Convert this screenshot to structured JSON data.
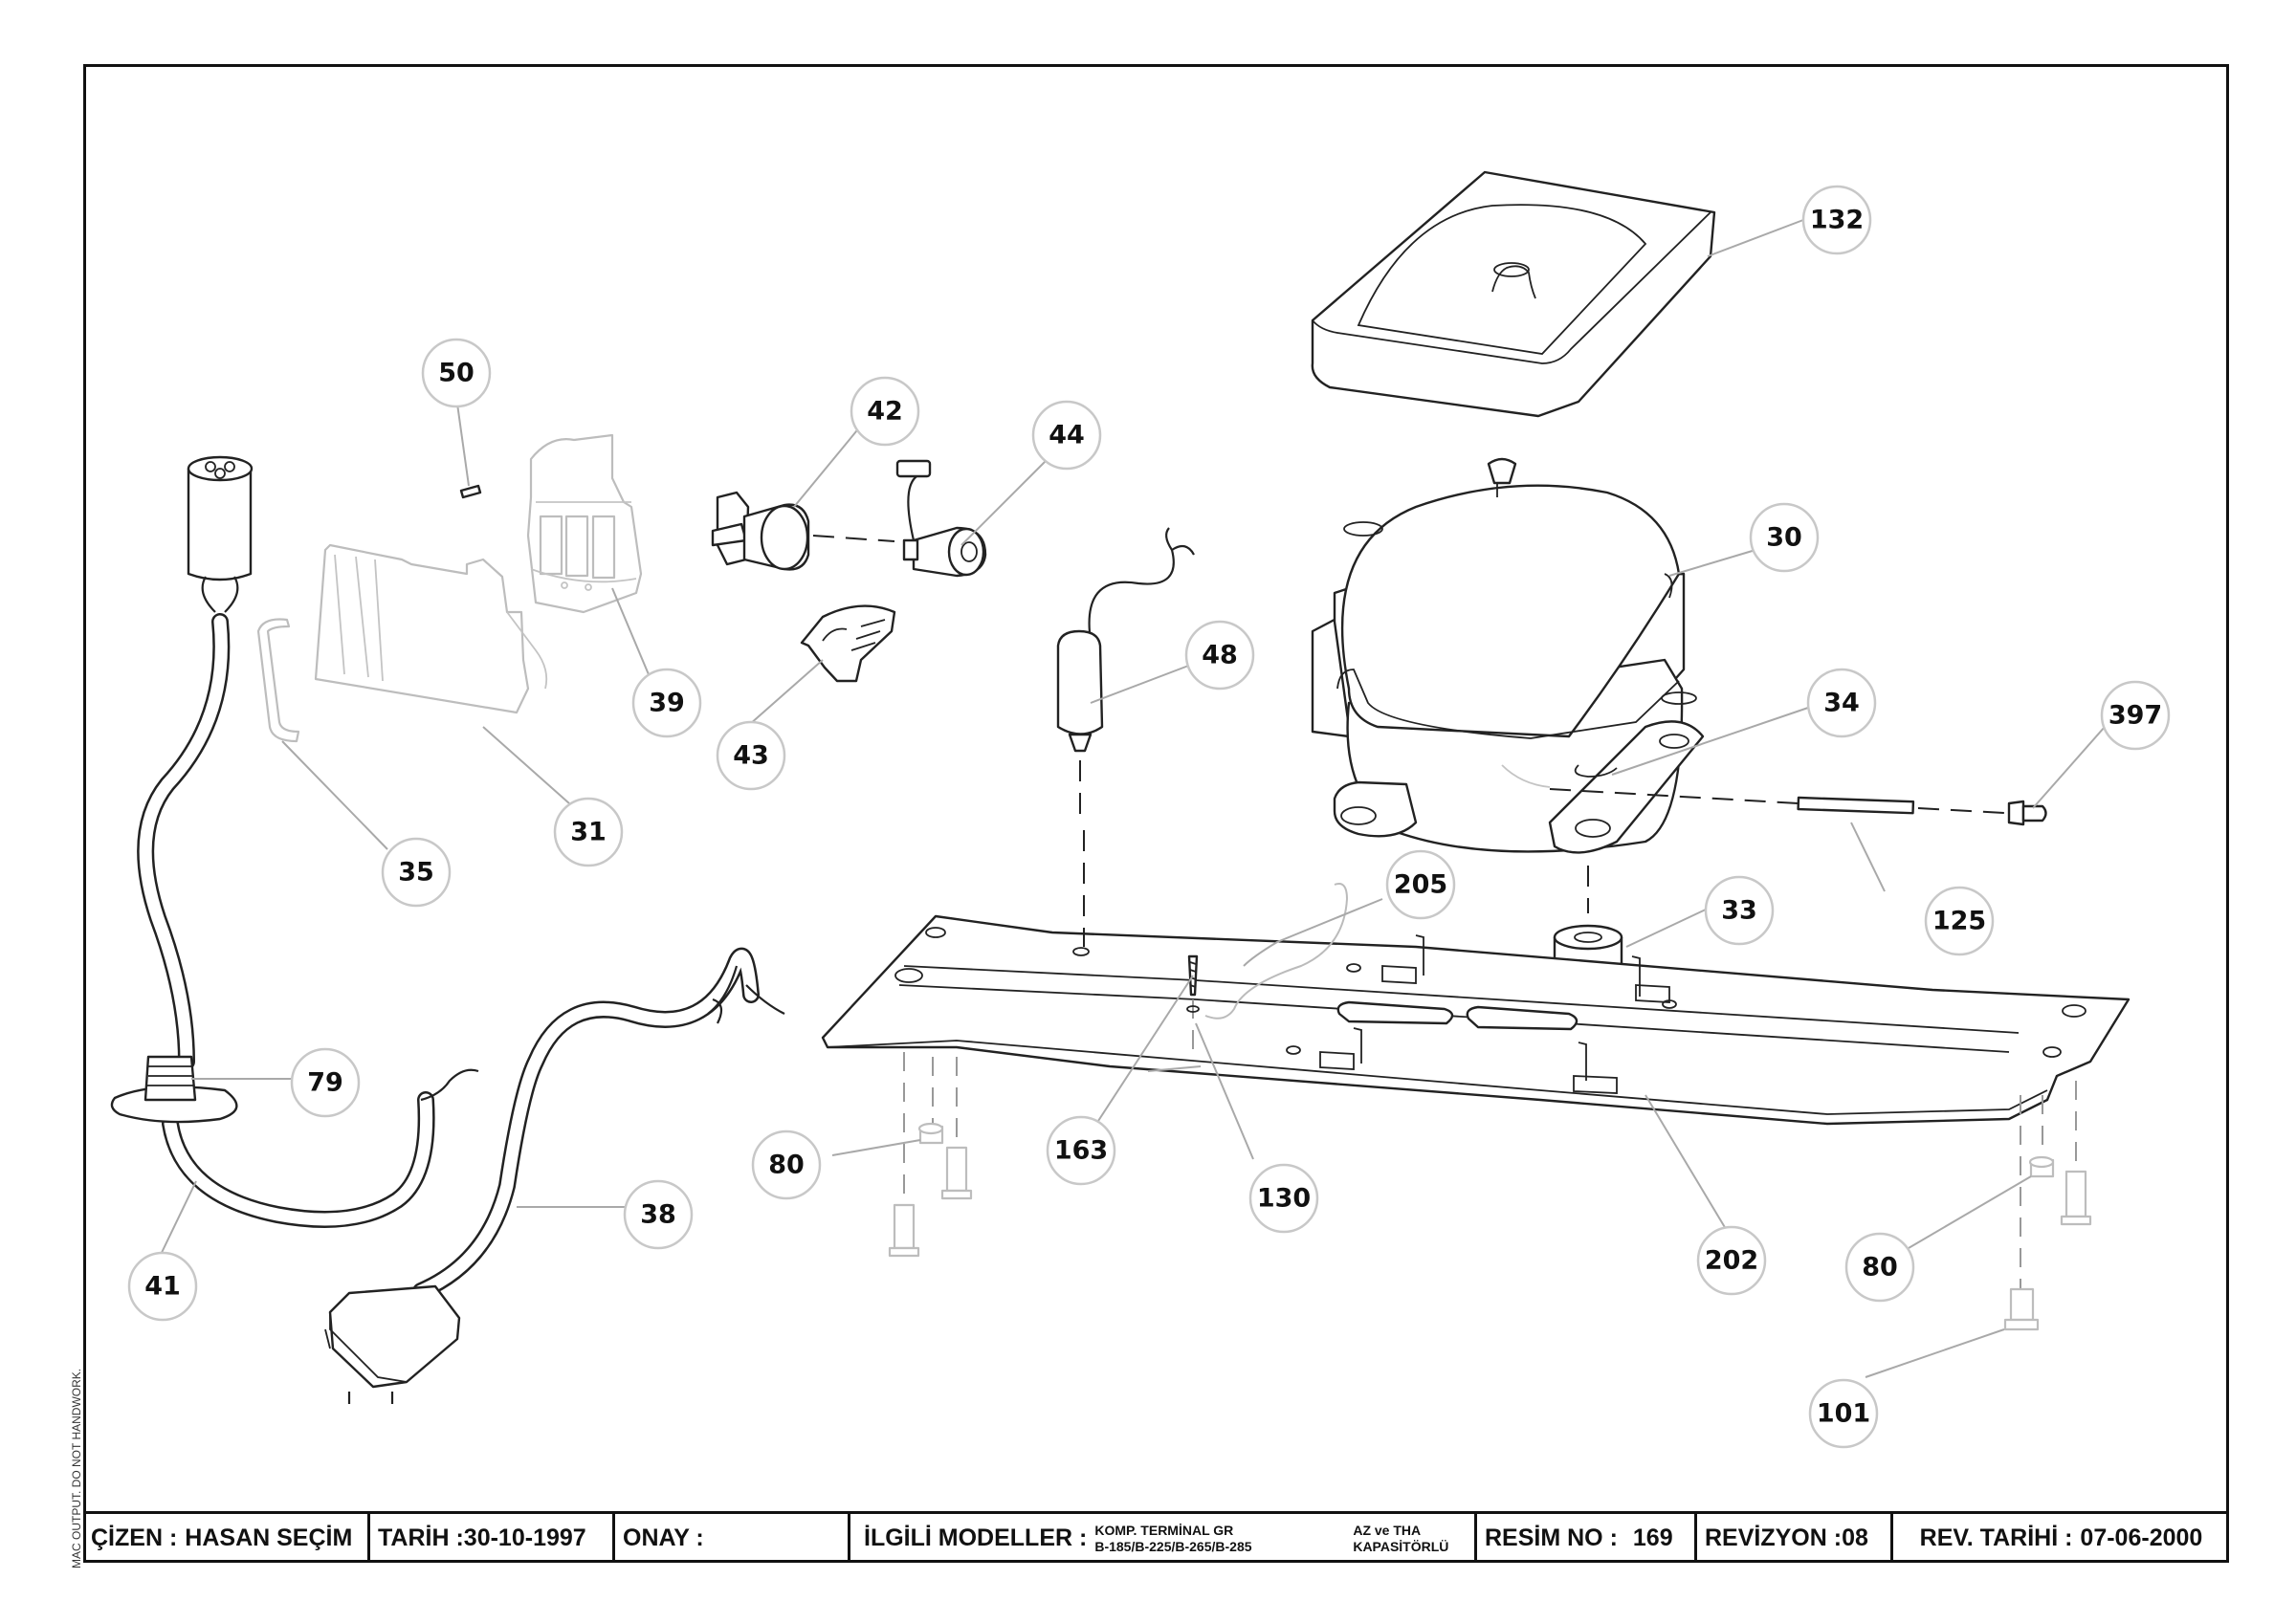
{
  "callouts": [
    {
      "id": "132",
      "label": "132"
    },
    {
      "id": "50",
      "label": "50"
    },
    {
      "id": "42",
      "label": "42"
    },
    {
      "id": "44",
      "label": "44"
    },
    {
      "id": "30",
      "label": "30"
    },
    {
      "id": "48",
      "label": "48"
    },
    {
      "id": "39",
      "label": "39"
    },
    {
      "id": "34",
      "label": "34"
    },
    {
      "id": "397",
      "label": "397"
    },
    {
      "id": "43",
      "label": "43"
    },
    {
      "id": "31",
      "label": "31"
    },
    {
      "id": "35",
      "label": "35"
    },
    {
      "id": "205",
      "label": "205"
    },
    {
      "id": "33",
      "label": "33"
    },
    {
      "id": "125",
      "label": "125"
    },
    {
      "id": "79",
      "label": "79"
    },
    {
      "id": "163",
      "label": "163"
    },
    {
      "id": "80a",
      "label": "80"
    },
    {
      "id": "38",
      "label": "38"
    },
    {
      "id": "130",
      "label": "130"
    },
    {
      "id": "202",
      "label": "202"
    },
    {
      "id": "80b",
      "label": "80"
    },
    {
      "id": "41",
      "label": "41"
    },
    {
      "id": "101",
      "label": "101"
    }
  ],
  "vertical_note": "MAC OUTPUT. DO NOT HANDWORK.",
  "title_block": {
    "drawn_by_label": "ÇİZEN :",
    "drawn_by_value": "HASAN SEÇİM",
    "date_label": "TARİH :",
    "date_value": "30-10-1997",
    "approval_label": "ONAY :",
    "approval_value": "",
    "models_label": "İLGİLİ MODELLER :",
    "models_line1": "KOMP. TERMİNAL GR",
    "models_line2": "B-185/B-225/B-265/B-285",
    "note_line1": "AZ ve THA",
    "note_line2": "KAPASİTÖRLÜ",
    "drawing_no_label": "RESİM NO :",
    "drawing_no_value": "169",
    "revision_label": "REVİZYON :",
    "revision_value": "08",
    "rev_date_label": "REV. TARİHİ :",
    "rev_date_value": "07-06-2000"
  }
}
